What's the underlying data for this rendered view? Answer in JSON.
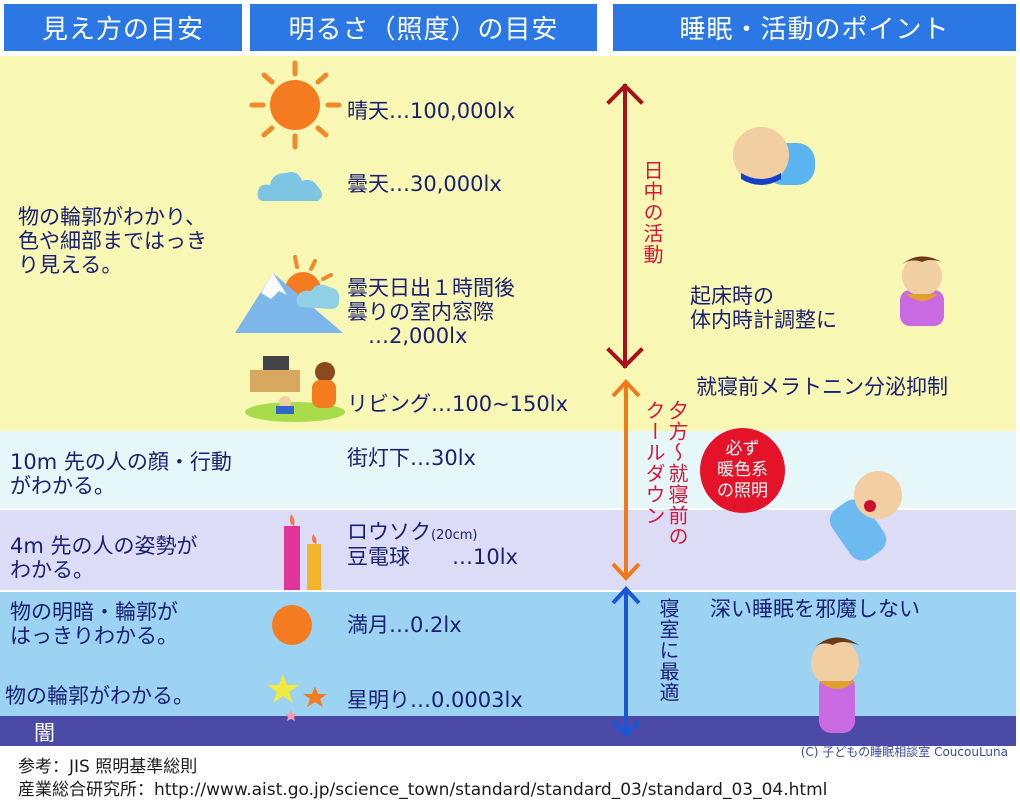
{
  "headers": {
    "visibility": "見え方の目安",
    "brightness": "明るさ（照度）の目安",
    "sleep": "睡眠・活動のポイント"
  },
  "colors": {
    "header_bg": "#2b78e4",
    "day_band": "#f8f7b4",
    "street_band": "#e6f7fa",
    "candle_band": "#dcdcf6",
    "moon_band": "#9cd2f2",
    "dark_band": "#4b4aa6",
    "text": "#1a2072",
    "day_arrow": "#a8101e",
    "evening_arrow": "#f07a1a",
    "night_arrow": "#1a56d6",
    "badge": "#e4132a"
  },
  "rows": {
    "day": {
      "visibility": "物の輪郭がわかり、\n色や細部まではっき\nり見える。",
      "items": [
        {
          "icon": "sun-icon",
          "label": "晴天…100,000lx"
        },
        {
          "icon": "cloud-icon",
          "label": "曇天…30,000lx"
        },
        {
          "icon": "mountain-sunrise-icon",
          "label": "曇天日出１時間後\n曇りの室内窓際\n　…2,000lx"
        },
        {
          "icon": "living-room-icon",
          "label": "リビング…100~150lx"
        }
      ]
    },
    "street": {
      "visibility": "10m 先の人の顔・行動\nがわかる。",
      "label": "街灯下…30lx"
    },
    "candle": {
      "visibility": "4m 先の人の姿勢が\nわかる。",
      "label_line1": "ロウソク",
      "label_note": "(20cm)",
      "label_line2": "豆電球　　…10lx"
    },
    "moon": {
      "visibility_1": "物の明暗・輪郭が\nはっきりわかる。",
      "label_1": "満月…0.2lx",
      "visibility_2": "物の輪郭がわかる。",
      "label_2": "星明り…0.0003lx"
    },
    "dark": {
      "label": "闇"
    }
  },
  "periods": {
    "day": "日中の活動",
    "evening_col1": "夕方～就寝前の",
    "evening_col2": "クールダウン",
    "night": "寝室に最適"
  },
  "points": {
    "wake": "起床時の\n体内時計調整に",
    "melatonin": "就寝前メラトニン分泌抑制",
    "badge": "必ず\n暖色系\nの照明",
    "deep_sleep": "深い睡眠を邪魔しない"
  },
  "footer": {
    "credit": "(C) 子どもの睡眠相談室 CoucouLuna",
    "ref1": "参考：JIS 照明基準総則",
    "ref2": "産業総合研究所：http://www.aist.go.jp/science_town/standard/standard_03/standard_03_04.html"
  }
}
